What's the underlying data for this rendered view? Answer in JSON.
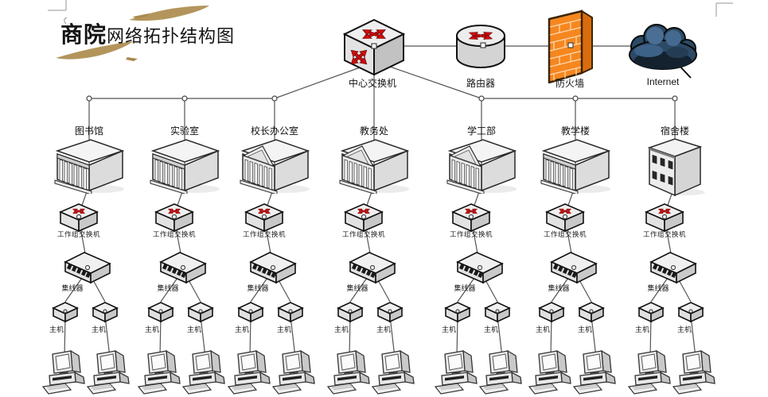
{
  "title": {
    "emphasis": "商院",
    "text": "网络拓扑结构图"
  },
  "backbone": {
    "central_switch": "中心交换机",
    "router": "路由器",
    "firewall": "防火墙",
    "internet": "Internet"
  },
  "branch_labels": {
    "workgroup_switch": "工作组交换机",
    "hub": "集线器",
    "host": "主机"
  },
  "branches": [
    {
      "name": "library",
      "label": "图书馆"
    },
    {
      "name": "laboratory",
      "label": "实验室"
    },
    {
      "name": "principal-office",
      "label": "校长办公室"
    },
    {
      "name": "academic-affairs",
      "label": "教务处"
    },
    {
      "name": "student-affairs",
      "label": "学工部"
    },
    {
      "name": "teaching-building",
      "label": "教学楼"
    },
    {
      "name": "dormitory",
      "label": "宿舍楼"
    }
  ],
  "colors": {
    "firewall_orange": "#f6871f",
    "arrow_red": "#cf0d0d",
    "cloud_navy": "#2c4a66",
    "swoosh_gold": "#b3955c",
    "line_gray": "#555555"
  }
}
